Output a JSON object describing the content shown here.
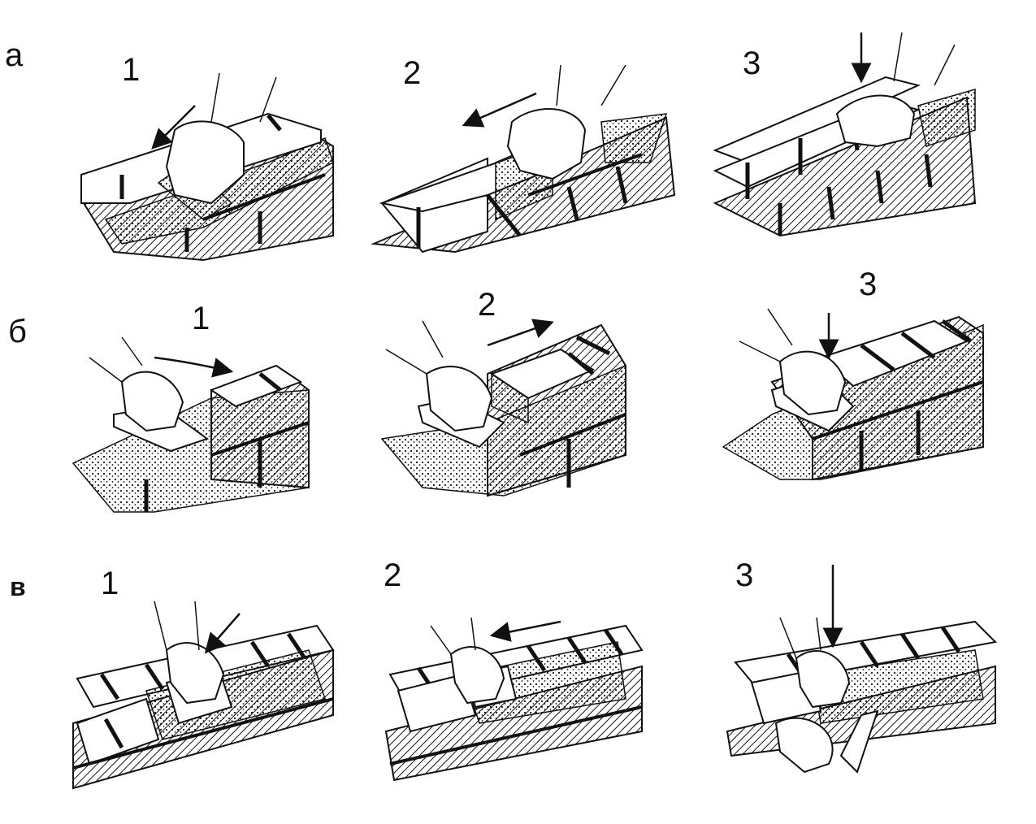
{
  "rows": [
    {
      "label": "а",
      "steps": [
        "1",
        "2",
        "3"
      ]
    },
    {
      "label": "б",
      "steps": [
        "1",
        "2",
        "3"
      ]
    },
    {
      "label": "в",
      "steps": [
        "1",
        "2",
        "3"
      ]
    }
  ],
  "colors": {
    "ink": "#111111",
    "paper": "#ffffff"
  }
}
